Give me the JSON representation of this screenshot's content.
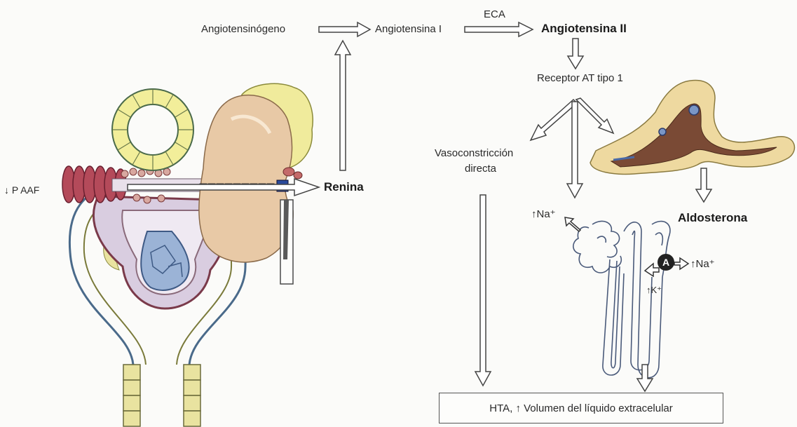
{
  "labels": {
    "angiotensinogen": "Angiotensinógeno",
    "angiotensin1": "Angiotensina I",
    "eca": "ECA",
    "angiotensin2": "Angiotensina II",
    "receptor": "Receptor AT tipo 1",
    "vasoconstriction_line1": "Vasoconstricción",
    "vasoconstriction_line2": "directa",
    "renin": "Renina",
    "p_aaf": "↓ P AAF",
    "aldosterone": "Aldosterona",
    "na_up_left": "↑Na⁺",
    "na_up_right": "↑Na⁺",
    "k_up": "↑K⁺",
    "a_marker": "A",
    "result": "HTA, ↑ Volumen del líquido extracelular"
  },
  "colors": {
    "kidney": "#e8c9a6",
    "adrenal": "#f0eb9c",
    "tubule_cells": "#f2ee9a",
    "arteriole": "#b44a5a",
    "glomerulus": "#9bb3d6",
    "capsule": "#d9cde0",
    "adrenal_cortex": "#eed9a0",
    "adrenal_medulla": "#7a4a35",
    "arrow_outline": "#444444"
  }
}
